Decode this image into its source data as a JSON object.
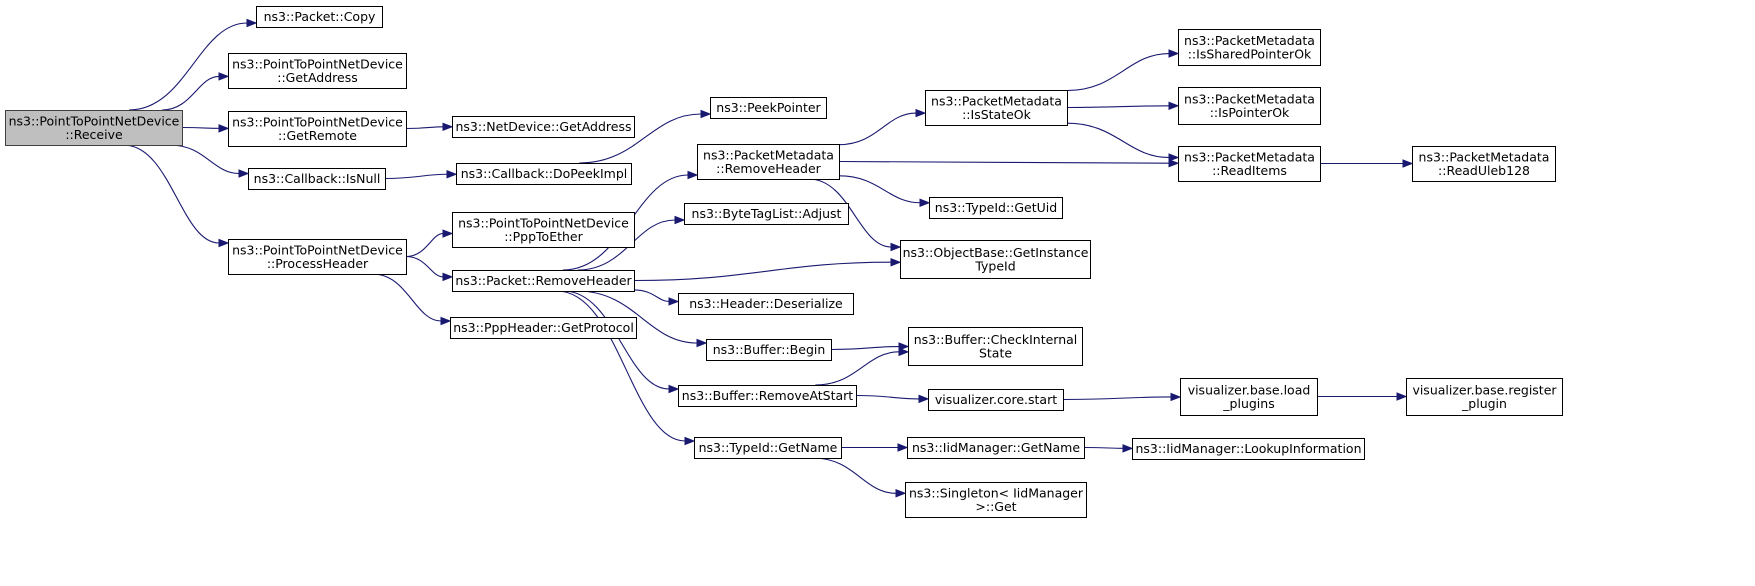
{
  "graph": {
    "root": "receive",
    "nodes": [
      {
        "id": "receive",
        "lines": [
          "ns3::PointToPointNetDevice",
          "::Receive"
        ],
        "root": true
      },
      {
        "id": "packet_copy",
        "lines": [
          "ns3::Packet::Copy"
        ]
      },
      {
        "id": "p2p_getaddress",
        "lines": [
          "ns3::PointToPointNetDevice",
          "::GetAddress"
        ]
      },
      {
        "id": "p2p_getremote",
        "lines": [
          "ns3::PointToPointNetDevice",
          "::GetRemote"
        ]
      },
      {
        "id": "netdevice_getaddress",
        "lines": [
          "ns3::NetDevice::GetAddress"
        ]
      },
      {
        "id": "callback_isnull",
        "lines": [
          "ns3::Callback::IsNull"
        ]
      },
      {
        "id": "callback_dopeekimpl",
        "lines": [
          "ns3::Callback::DoPeekImpl"
        ]
      },
      {
        "id": "peekpointer",
        "lines": [
          "ns3::PeekPointer"
        ]
      },
      {
        "id": "p2p_processheader",
        "lines": [
          "ns3::PointToPointNetDevice",
          "::ProcessHeader"
        ]
      },
      {
        "id": "p2p_ppptoether",
        "lines": [
          "ns3::PointToPointNetDevice",
          "::PppToEther"
        ]
      },
      {
        "id": "packet_removeheader",
        "lines": [
          "ns3::Packet::RemoveHeader"
        ]
      },
      {
        "id": "pppheader_getprotocol",
        "lines": [
          "ns3::PppHeader::GetProtocol"
        ]
      },
      {
        "id": "pm_removeheader",
        "lines": [
          "ns3::PacketMetadata",
          "::RemoveHeader"
        ]
      },
      {
        "id": "bytetaglist_adjust",
        "lines": [
          "ns3::ByteTagList::Adjust"
        ]
      },
      {
        "id": "header_deserialize",
        "lines": [
          "ns3::Header::Deserialize"
        ]
      },
      {
        "id": "buffer_begin",
        "lines": [
          "ns3::Buffer::Begin"
        ]
      },
      {
        "id": "buffer_removeatstart",
        "lines": [
          "ns3::Buffer::RemoveAtStart"
        ]
      },
      {
        "id": "typeid_getname",
        "lines": [
          "ns3::TypeId::GetName"
        ]
      },
      {
        "id": "pm_isstateok",
        "lines": [
          "ns3::PacketMetadata",
          "::IsStateOk"
        ]
      },
      {
        "id": "typeid_getuid",
        "lines": [
          "ns3::TypeId::GetUid"
        ]
      },
      {
        "id": "objectbase_getinstancetypeid",
        "lines": [
          "ns3::ObjectBase::GetInstance",
          "TypeId"
        ]
      },
      {
        "id": "buffer_checkinternalstate",
        "lines": [
          "ns3::Buffer::CheckInternal",
          "State"
        ]
      },
      {
        "id": "visualizer_core_start",
        "lines": [
          "visualizer.core.start"
        ]
      },
      {
        "id": "iidmanager_getname",
        "lines": [
          "ns3::IidManager::GetName"
        ]
      },
      {
        "id": "singleton_get",
        "lines": [
          "ns3::Singleton< IidManager",
          ">::Get"
        ]
      },
      {
        "id": "pm_issharedpointerok",
        "lines": [
          "ns3::PacketMetadata",
          "::IsSharedPointerOk"
        ]
      },
      {
        "id": "pm_ispointerok",
        "lines": [
          "ns3::PacketMetadata",
          "::IsPointerOk"
        ]
      },
      {
        "id": "pm_readitems",
        "lines": [
          "ns3::PacketMetadata",
          "::ReadItems"
        ]
      },
      {
        "id": "visualizer_load_plugins",
        "lines": [
          "visualizer.base.load",
          "_plugins"
        ]
      },
      {
        "id": "iidmanager_lookupinformation",
        "lines": [
          "ns3::IidManager::LookupInformation"
        ]
      },
      {
        "id": "pm_readuleb128",
        "lines": [
          "ns3::PacketMetadata",
          "::ReadUleb128"
        ]
      },
      {
        "id": "visualizer_register_plugin",
        "lines": [
          "visualizer.base.register",
          "_plugin"
        ]
      }
    ],
    "edges": [
      [
        "receive",
        "packet_copy"
      ],
      [
        "receive",
        "p2p_getaddress"
      ],
      [
        "receive",
        "p2p_getremote"
      ],
      [
        "receive",
        "callback_isnull"
      ],
      [
        "receive",
        "p2p_processheader"
      ],
      [
        "p2p_getremote",
        "netdevice_getaddress"
      ],
      [
        "callback_isnull",
        "callback_dopeekimpl"
      ],
      [
        "callback_dopeekimpl",
        "peekpointer"
      ],
      [
        "p2p_processheader",
        "p2p_ppptoether"
      ],
      [
        "p2p_processheader",
        "packet_removeheader"
      ],
      [
        "p2p_processheader",
        "pppheader_getprotocol"
      ],
      [
        "packet_removeheader",
        "pm_removeheader"
      ],
      [
        "packet_removeheader",
        "bytetaglist_adjust"
      ],
      [
        "packet_removeheader",
        "objectbase_getinstancetypeid"
      ],
      [
        "packet_removeheader",
        "header_deserialize"
      ],
      [
        "packet_removeheader",
        "buffer_begin"
      ],
      [
        "packet_removeheader",
        "buffer_removeatstart"
      ],
      [
        "packet_removeheader",
        "typeid_getname"
      ],
      [
        "pm_removeheader",
        "pm_isstateok"
      ],
      [
        "pm_removeheader",
        "pm_readitems"
      ],
      [
        "pm_removeheader",
        "typeid_getuid"
      ],
      [
        "pm_removeheader",
        "objectbase_getinstancetypeid"
      ],
      [
        "pm_isstateok",
        "pm_issharedpointerok"
      ],
      [
        "pm_isstateok",
        "pm_ispointerok"
      ],
      [
        "pm_isstateok",
        "pm_readitems"
      ],
      [
        "pm_readitems",
        "pm_readuleb128"
      ],
      [
        "buffer_begin",
        "buffer_checkinternalstate"
      ],
      [
        "buffer_removeatstart",
        "buffer_checkinternalstate"
      ],
      [
        "buffer_removeatstart",
        "visualizer_core_start"
      ],
      [
        "visualizer_core_start",
        "visualizer_load_plugins"
      ],
      [
        "visualizer_load_plugins",
        "visualizer_register_plugin"
      ],
      [
        "typeid_getname",
        "iidmanager_getname"
      ],
      [
        "typeid_getname",
        "singleton_get"
      ],
      [
        "iidmanager_getname",
        "iidmanager_lookupinformation"
      ]
    ]
  }
}
